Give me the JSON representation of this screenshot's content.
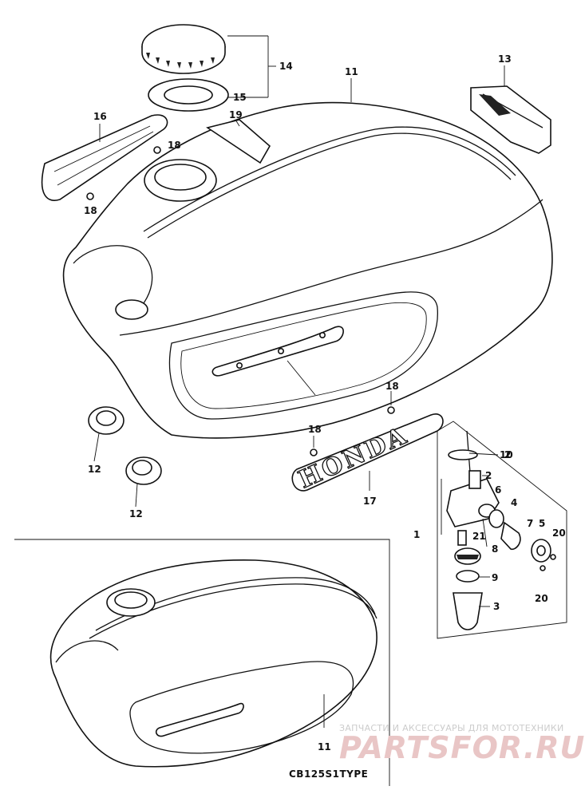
{
  "diagram": {
    "callouts": [
      {
        "id": "c1",
        "label": "1"
      },
      {
        "id": "c2a",
        "label": "2"
      },
      {
        "id": "c2b",
        "label": "2"
      },
      {
        "id": "c3",
        "label": "3"
      },
      {
        "id": "c4",
        "label": "4"
      },
      {
        "id": "c5",
        "label": "5"
      },
      {
        "id": "c6",
        "label": "6"
      },
      {
        "id": "c7",
        "label": "7"
      },
      {
        "id": "c8",
        "label": "8"
      },
      {
        "id": "c9",
        "label": "9"
      },
      {
        "id": "c10",
        "label": "10"
      },
      {
        "id": "c11a",
        "label": "11"
      },
      {
        "id": "c11b",
        "label": "11"
      },
      {
        "id": "c12a",
        "label": "12"
      },
      {
        "id": "c12b",
        "label": "12"
      },
      {
        "id": "c13",
        "label": "13"
      },
      {
        "id": "c14",
        "label": "14"
      },
      {
        "id": "c15",
        "label": "15"
      },
      {
        "id": "c16",
        "label": "16"
      },
      {
        "id": "c17",
        "label": "17"
      },
      {
        "id": "c18a",
        "label": "18"
      },
      {
        "id": "c18b",
        "label": "18"
      },
      {
        "id": "c18c",
        "label": "18"
      },
      {
        "id": "c18d",
        "label": "18"
      },
      {
        "id": "c19",
        "label": "19"
      },
      {
        "id": "c20a",
        "label": "20"
      },
      {
        "id": "c20b",
        "label": "20"
      },
      {
        "id": "c21",
        "label": "21"
      }
    ],
    "emblem_text": "HONDA",
    "inset_caption": "CB125S1TYPE"
  },
  "watermark": {
    "tagline": "ЗАПЧАСТИ И АКСЕССУАРЫ ДЛЯ МОТОТЕХНИКИ",
    "brand": "PARTSFOR.RU"
  },
  "colors": {
    "line": "#111111",
    "paper": "#ffffff",
    "watermark_text": "#cccccc",
    "watermark_brand": "#e9c6c6"
  }
}
